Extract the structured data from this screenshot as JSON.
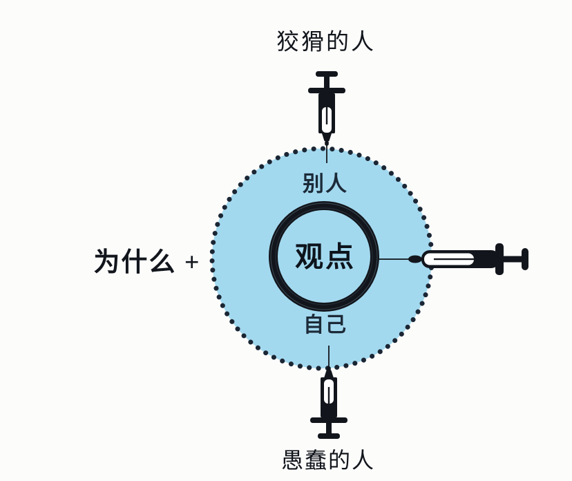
{
  "palette": {
    "page_background": "#fcfcfb",
    "circle_fill": "#a3d9ef",
    "dot_color": "#1b2634",
    "ink": "#12161c",
    "inner_text_color": "#1c2a38"
  },
  "labels": {
    "top_outside": "狡猾的人",
    "bottom_outside": "愚蠢的人",
    "left": "为什么 +",
    "inner_top": "别人",
    "inner_bottom": "自己",
    "center": "观点"
  },
  "icons": {
    "top": "syringe-icon",
    "right": "syringe-icon",
    "bottom": "syringe-icon"
  }
}
